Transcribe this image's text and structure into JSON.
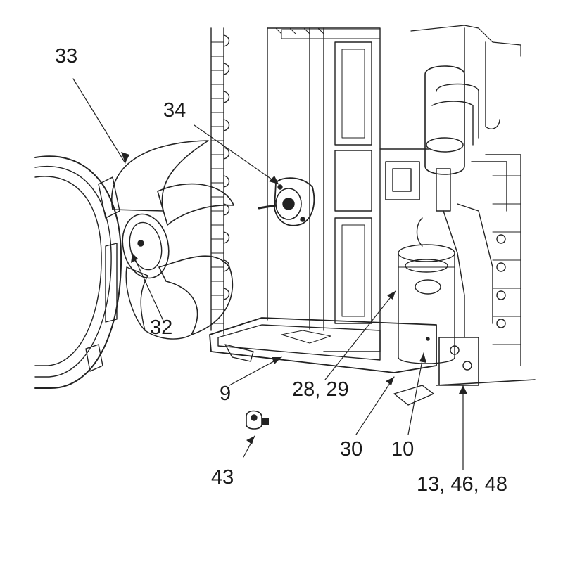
{
  "diagram": {
    "callouts": {
      "fan_blade": "33",
      "fan_motor": "34",
      "fan_nut": "32",
      "base_pan": "9",
      "compressor_mounts": "28, 29",
      "compressor_terminal": "30",
      "compressor": "10",
      "sensor_clip": "43",
      "valves": "13, 46, 48"
    }
  }
}
